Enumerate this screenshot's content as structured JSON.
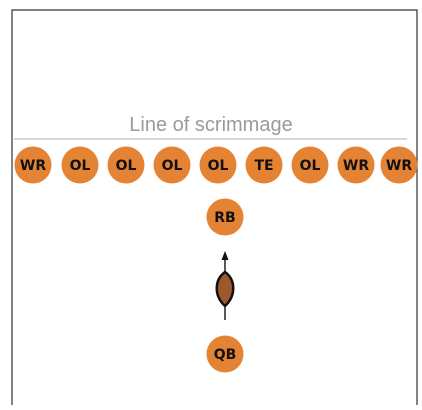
{
  "line_of_scrimmage": {
    "label": "Line of scrimmage"
  },
  "colors": {
    "player_fill": "#E58335",
    "football_fill": "#9C5A2C",
    "frame": "#333333",
    "line": "#b0b0b0"
  },
  "players": [
    {
      "role": "offensive-line",
      "label": "WR"
    },
    {
      "role": "offensive-line",
      "label": "OL"
    },
    {
      "role": "offensive-line",
      "label": "OL"
    },
    {
      "role": "offensive-line",
      "label": "OL"
    },
    {
      "role": "offensive-line",
      "label": "OL"
    },
    {
      "role": "offensive-line",
      "label": "TE"
    },
    {
      "role": "offensive-line",
      "label": "OL"
    },
    {
      "role": "offensive-line",
      "label": "WR"
    },
    {
      "role": "offensive-line",
      "label": "WR"
    },
    {
      "role": "backfield",
      "label": "RB"
    },
    {
      "role": "backfield",
      "label": "QB"
    }
  ],
  "football": {
    "icon": "football-icon"
  },
  "arrow": {
    "icon": "arrow-up-icon"
  }
}
